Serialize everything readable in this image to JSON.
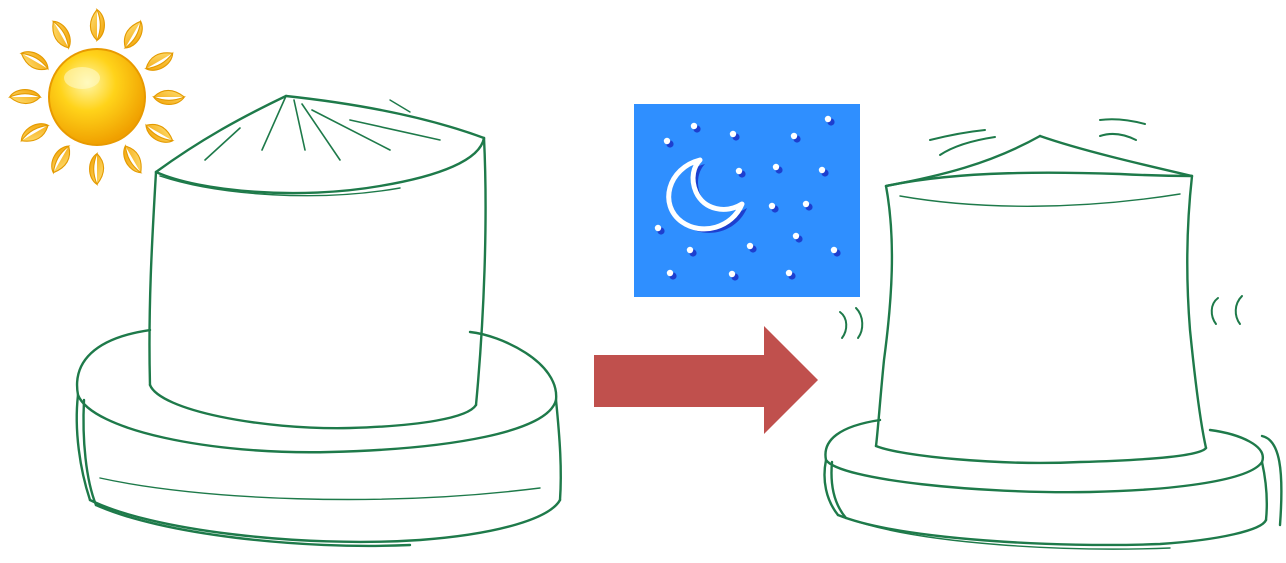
{
  "scene": {
    "left_state": {
      "time_of_day": "day",
      "icon": "sun-icon",
      "object": "cylinder-cake-upright"
    },
    "transition": {
      "icon": "arrow-right-icon"
    },
    "right_state": {
      "time_of_day": "night",
      "icon": "moon-stars-icon",
      "object": "cylinder-cake-sagging"
    }
  },
  "colors": {
    "sketch_stroke": "#1e7a4a",
    "sun_core": "#ffcc00",
    "sun_core_edge": "#f2a500",
    "sun_ray": "#f7b500",
    "night_sky": "#2f8fff",
    "moon": "#ffffff",
    "moon_shadow": "#1d3fcf",
    "arrow": "#c0504d"
  }
}
